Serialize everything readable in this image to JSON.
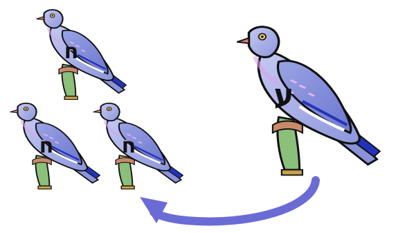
{
  "birds": [
    {
      "letter": "ח",
      "size": "small"
    },
    {
      "letter": "ח",
      "size": "small"
    },
    {
      "letter": "ח",
      "size": "small"
    },
    {
      "letter": "ע",
      "size": "large"
    }
  ],
  "arrow": {
    "from": "large-bird",
    "to": "small-bird-3",
    "color": "#6b6bd6"
  },
  "colors": {
    "body": "#a9b2ea",
    "body_dark": "#7e88d8",
    "wing": "#8f9ae0",
    "tail_blue": "#2233bb",
    "beak": "#e27a6a",
    "perch": "#8bbf7a",
    "perch_wrap": "#c98a6a",
    "outline": "#111111"
  }
}
